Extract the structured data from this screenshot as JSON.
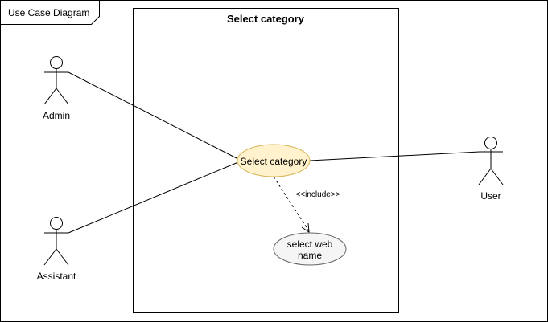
{
  "frame": {
    "title": "Use Case Diagram"
  },
  "system": {
    "title": "Select category"
  },
  "actors": {
    "admin": "Admin",
    "assistant": "Assistant",
    "user": "User"
  },
  "use_cases": {
    "select_category": "Select category",
    "select_web_name_line1": "select web",
    "select_web_name_line2": "name"
  },
  "relations": {
    "include_label": "<<include>>"
  },
  "colors": {
    "primary_usecase_fill": "#fff2cc",
    "primary_usecase_stroke": "#d6b656",
    "secondary_usecase_fill": "#f5f5f5",
    "secondary_usecase_stroke": "#666666",
    "line": "#000000"
  }
}
